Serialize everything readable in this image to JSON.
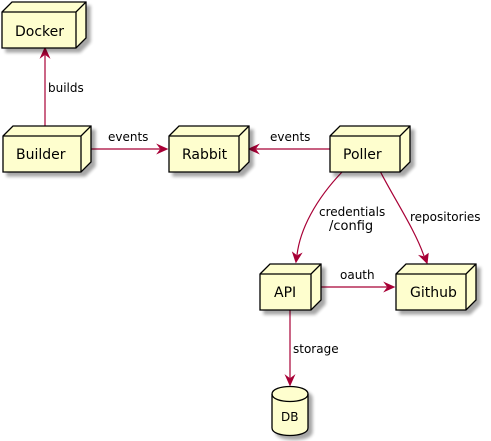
{
  "colors": {
    "node_fill": "#FEFECE",
    "node_stroke": "#000000",
    "edge": "#A80036",
    "shadow": "#B5B5B5"
  },
  "nodes": {
    "docker": "Docker",
    "builder": "Builder",
    "rabbit": "Rabbit",
    "poller": "Poller",
    "api": "API",
    "github": "Github",
    "db": "DB"
  },
  "edges": {
    "builds": "builds",
    "builder_events": "events",
    "poller_events": "events",
    "credentials_line1": "credentials",
    "credentials_line2": "/config",
    "repositories": "repositories",
    "oauth": "oauth",
    "storage": "storage"
  }
}
